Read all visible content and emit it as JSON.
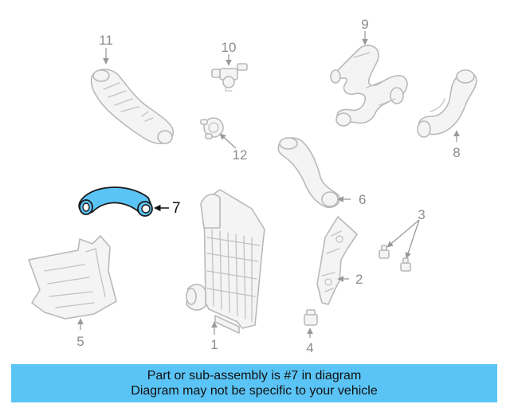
{
  "diagram": {
    "highlight_color": "#5bc4f6",
    "highlighted_part": "7",
    "parts": [
      {
        "number": "1"
      },
      {
        "number": "2"
      },
      {
        "number": "3"
      },
      {
        "number": "4"
      },
      {
        "number": "5"
      },
      {
        "number": "6"
      },
      {
        "number": "7"
      },
      {
        "number": "8"
      },
      {
        "number": "9"
      },
      {
        "number": "10"
      },
      {
        "number": "11"
      },
      {
        "number": "12"
      }
    ]
  },
  "banner": {
    "line1": "Part or sub-assembly is #7 in diagram",
    "line2": "Diagram may not be specific to your vehicle",
    "background": "#5bc4f6"
  }
}
